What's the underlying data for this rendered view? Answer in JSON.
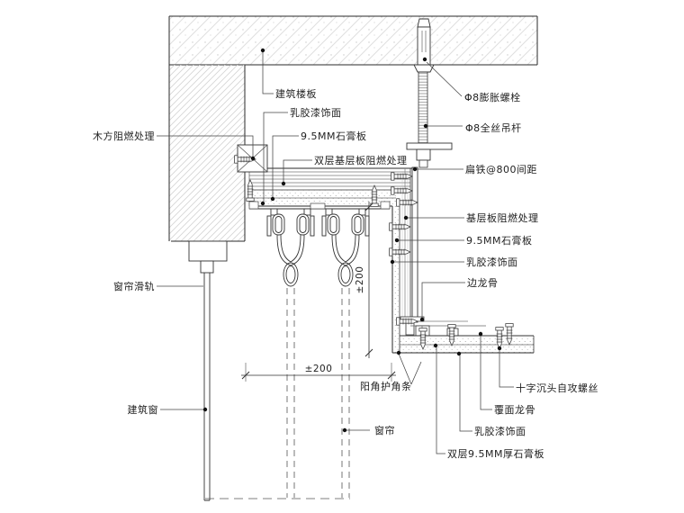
{
  "drawing": {
    "background": "#ffffff",
    "line_color": "#222222",
    "hatch_color": "#d8d8d8"
  },
  "labels": {
    "building_slab": "建筑楼板",
    "latex_paint_top": "乳胶漆饰面",
    "gypsum_board_top": "9.5MM石膏板",
    "double_base_board": "双层基层板阻燃处理",
    "wood_fire_retardant": "木方阻燃处理",
    "curtain_rail": "窗帘滑轨",
    "building_window": "建筑窗",
    "expansion_bolt": "Φ8膨胀螺栓",
    "threaded_rod": "Φ8全丝吊杆",
    "flat_iron_spacing": "扁铁@800间距",
    "base_board_fire_retardant": "基层板阻燃处理",
    "gypsum_board_right": "9.5MM石膏板",
    "latex_paint_right": "乳胶漆饰面",
    "edge_keel": "边龙骨",
    "corner_guard_strip": "阳角护角条",
    "curtain": "窗帘",
    "self_tapping_screw": "十字沉头自攻螺丝",
    "facing_keel": "覆面龙骨",
    "latex_paint_bottom": "乳胶漆饰面",
    "double_gypsum_bottom": "双层9.5MM厚石膏板",
    "dim_pocket_height": "±200",
    "dim_pocket_width": "±200"
  }
}
